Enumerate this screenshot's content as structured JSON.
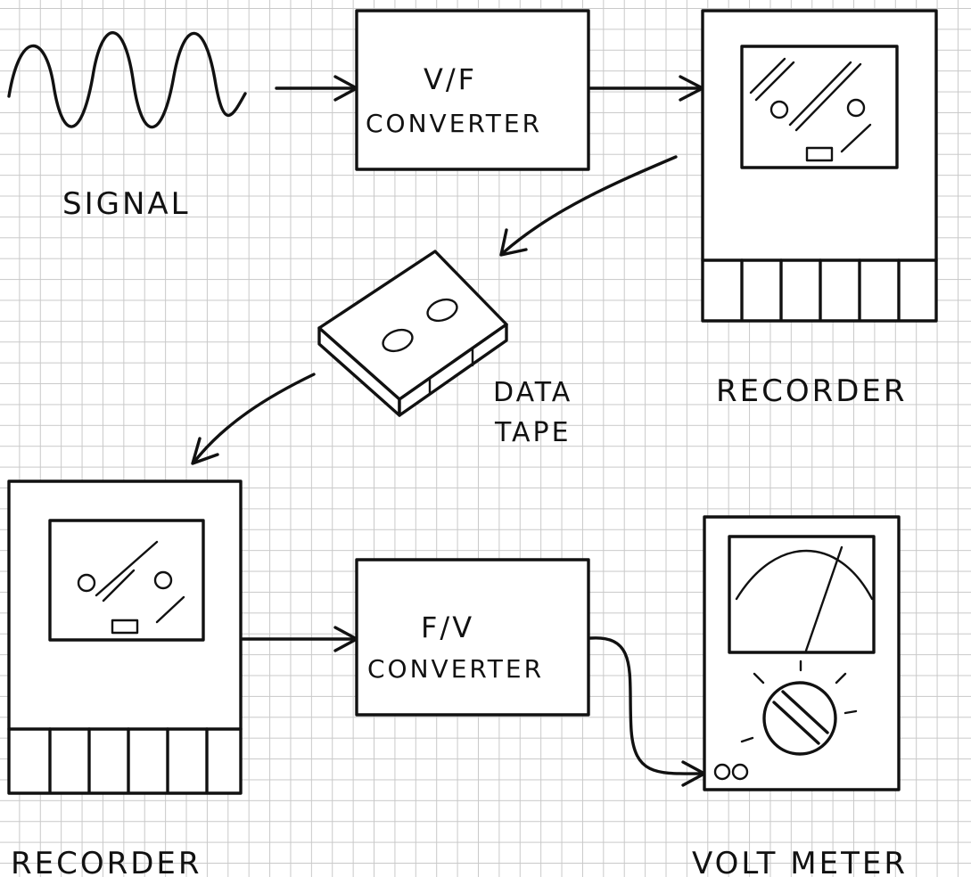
{
  "labels": {
    "signal": "SIGNAL",
    "vf_converter_line1": "V/F",
    "vf_converter_line2": "CONVERTER",
    "recorder_top": "RECORDER",
    "data_tape_line1": "DATA",
    "data_tape_line2": "TAPE",
    "recorder_bottom": "RECORDER",
    "fv_converter_line1": "F/V",
    "fv_converter_line2": "CONVERTER",
    "volt_meter": "VOLT METER"
  },
  "icons": {
    "signal": "sine-wave-icon",
    "recorder": "tape-recorder-icon",
    "tape": "data-tape-cassette-icon",
    "meter": "analog-voltmeter-icon"
  },
  "colors": {
    "ink": "#111111",
    "grid": "#c9c9c9",
    "paper": "#ffffff"
  }
}
